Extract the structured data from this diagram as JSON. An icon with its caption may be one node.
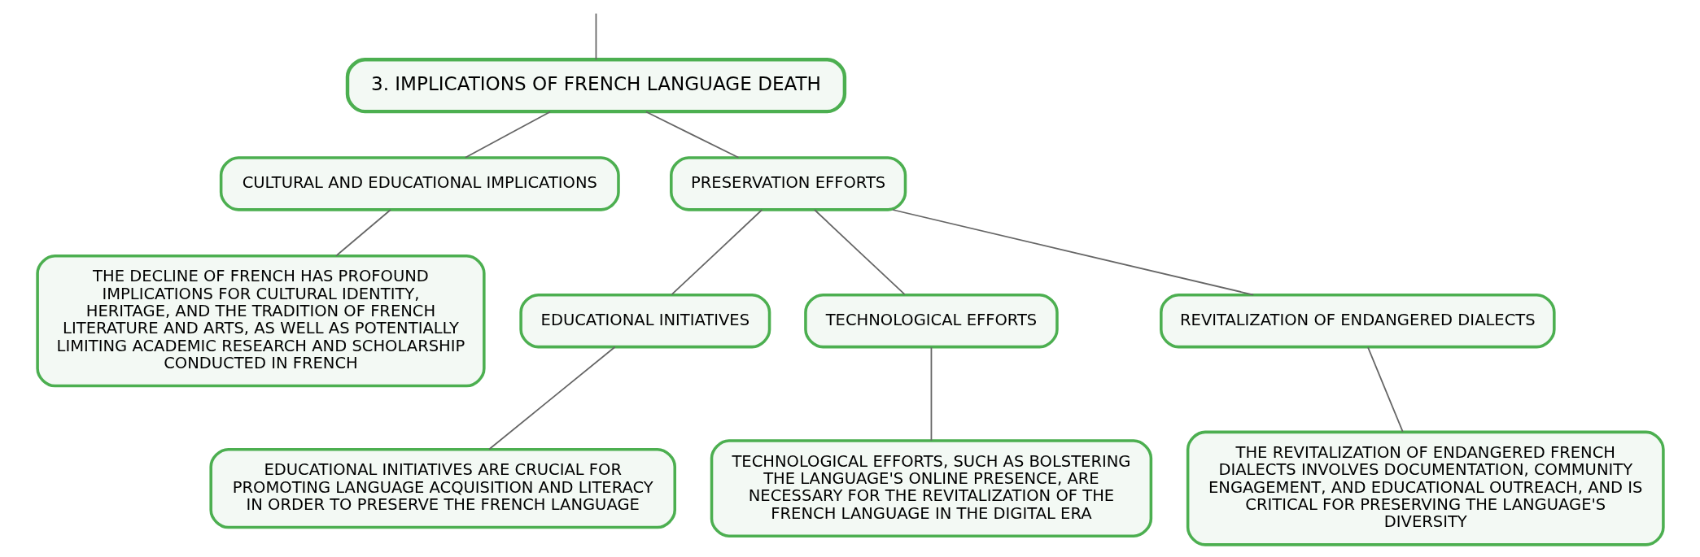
{
  "diagram": {
    "nodes": [
      {
        "text": [
          "3. IMPLICATIONS OF FRENCH LANGUAGE DEATH"
        ]
      },
      {
        "text": [
          "CULTURAL AND EDUCATIONAL IMPLICATIONS"
        ]
      },
      {
        "text": [
          "THE DECLINE OF FRENCH HAS PROFOUND IMPLICATIONS FOR CULTURAL IDENTITY, HERITAGE, AND THE TRADITION OF FRENCH LITERATURE AND ARTS, AS WELL AS POTENTIALLY LIMITING ACADEMIC RESEARCH AND SCHOLARSHIP CONDUCTED IN FRENCH"
        ]
      },
      {
        "text": [
          "PRESERVATION EFFORTS"
        ]
      },
      {
        "text": [
          "EDUCATIONAL INITIATIVES"
        ]
      },
      {
        "text": [
          "EDUCATIONAL INITIATIVES ARE CRUCIAL FOR PROMOTING LANGUAGE ACQUISITION AND LITERACY IN ORDER TO PRESERVE THE FRENCH LANGUAGE"
        ]
      },
      {
        "text": [
          "TECHNOLOGICAL EFFORTS"
        ]
      },
      {
        "text": [
          "TECHNOLOGICAL EFFORTS, SUCH AS BOLSTERING THE LANGUAGE'S ONLINE PRESENCE, ARE NECESSARY FOR THE REVITALIZATION OF THE FRENCH LANGUAGE IN THE DIGITAL ERA"
        ]
      },
      {
        "text": [
          "REVITALIZATION OF ENDANGERED DIALECTS"
        ]
      },
      {
        "text": [
          "THE REVITALIZATION OF ENDANGERED FRENCH DIALECTS INVOLVES DOCUMENTATION, COMMUNITY ENGAGEMENT, AND EDUCATIONAL OUTREACH, AND IS CRITICAL FOR PRESERVING THE LANGUAGE'S DIVERSITY"
        ]
      }
    ],
    "edges": [
      {
        "from": null,
        "to": 0,
        "arrow": "none"
      },
      {
        "from": 0,
        "to": 1,
        "arrow": "none"
      },
      {
        "from": 0,
        "to": 3,
        "arrow": "none"
      },
      {
        "from": 1,
        "to": 2,
        "arrow": "none"
      },
      {
        "from": 3,
        "to": 4,
        "arrow": "none"
      },
      {
        "from": 3,
        "to": 6,
        "arrow": "none"
      },
      {
        "from": 3,
        "to": 8,
        "arrow": "none"
      },
      {
        "from": 4,
        "to": 5,
        "arrow": "none"
      },
      {
        "from": 6,
        "to": 7,
        "arrow": "none"
      },
      {
        "from": 8,
        "to": 9,
        "arrow": "none"
      }
    ]
  }
}
